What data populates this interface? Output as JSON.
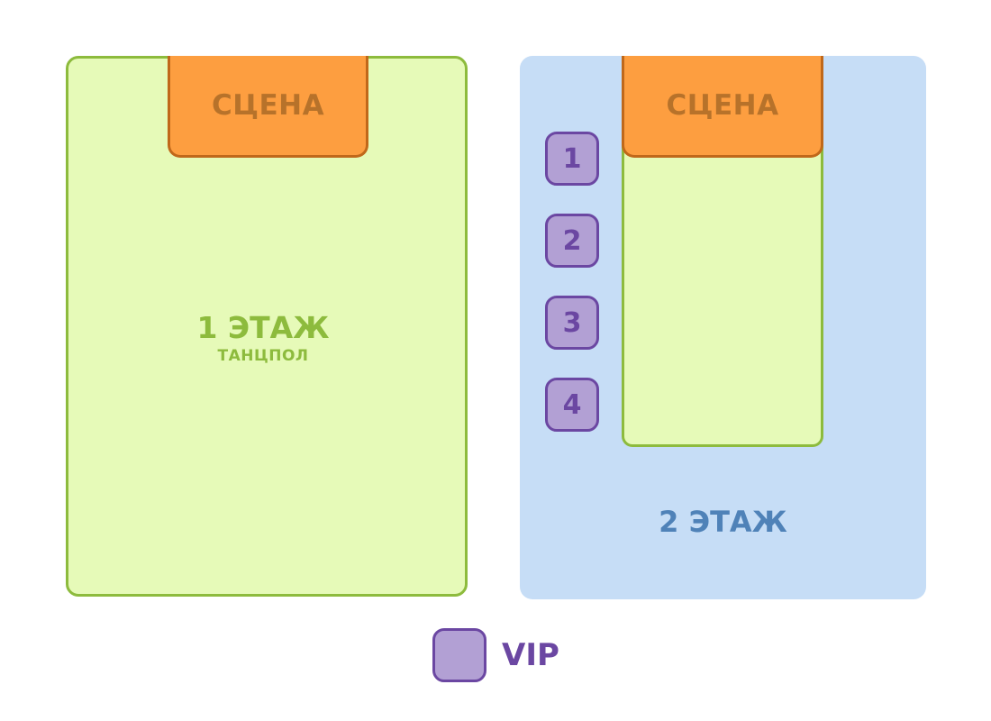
{
  "floor1": {
    "stage_label": "СЦЕНА",
    "title": "1 ЭТАЖ",
    "subtitle": "ТАНЦПОЛ"
  },
  "floor2": {
    "stage_label": "СЦЕНА",
    "title": "2 ЭТАЖ",
    "vip_boxes": [
      "1",
      "2",
      "3",
      "4"
    ]
  },
  "legend": {
    "vip_label": "VIP"
  },
  "colors": {
    "dancefloor_fill": "#e6fab8",
    "dancefloor_border": "#8dbb3d",
    "floor2_fill": "#c6ddf6",
    "floor2_text": "#4f82b8",
    "stage_fill": "#fd9e40",
    "stage_border": "#c0681a",
    "vip_fill": "#b2a0d4",
    "vip_border": "#6b47a2"
  }
}
